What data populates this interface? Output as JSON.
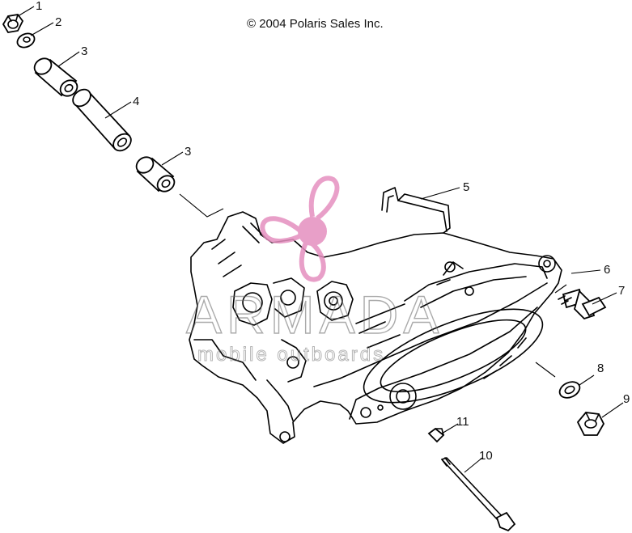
{
  "copyright": "© 2004 Polaris Sales Inc.",
  "watermark": {
    "brand": "ARMADA",
    "tagline": "mobile outboards",
    "logo_color": "#e58fbf"
  },
  "callouts": [
    {
      "key": "1",
      "label": "1"
    },
    {
      "key": "2",
      "label": "2"
    },
    {
      "key": "3a",
      "label": "3"
    },
    {
      "key": "4",
      "label": "4"
    },
    {
      "key": "3b",
      "label": "3"
    },
    {
      "key": "5",
      "label": "5"
    },
    {
      "key": "6",
      "label": "6"
    },
    {
      "key": "7",
      "label": "7"
    },
    {
      "key": "8",
      "label": "8"
    },
    {
      "key": "9",
      "label": "9"
    },
    {
      "key": "10",
      "label": "10"
    },
    {
      "key": "11",
      "label": "11"
    }
  ]
}
